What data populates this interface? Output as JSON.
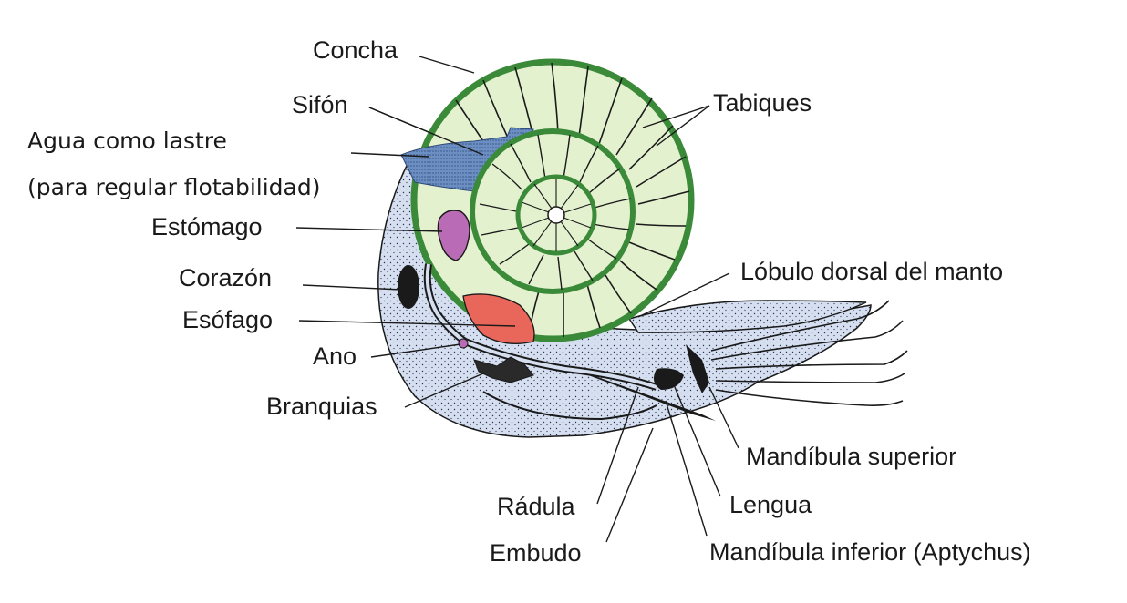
{
  "labels": {
    "concha": "Concha",
    "sifon": "Sifón",
    "tabiques": "Tabiques",
    "agua_line1": "Agua como lastre",
    "agua_line2": "(para regular flotabilidad)",
    "estomago": "Estómago",
    "corazon": "Corazón",
    "esofago": "Esófago",
    "ano": "Ano",
    "branquias": "Branquias",
    "lobulo": "Lóbulo dorsal del manto",
    "mandibula_superior": "Mandíbula superior",
    "lengua": "Lengua",
    "radula": "Rádula",
    "embudo": "Embudo",
    "mandibula_inferior": "Mandíbula inferior (Aptychus)"
  },
  "colors": {
    "shell_fill": "#e4f1cf",
    "shell_stroke": "#3a8a3a",
    "body_fill": "#d5dff0",
    "water_fill": "#5f83b8",
    "stomach": "#b96bb5",
    "esophagus_red": "#e8675a",
    "heart": "#1a1a1a",
    "line": "#1a1a1a"
  }
}
